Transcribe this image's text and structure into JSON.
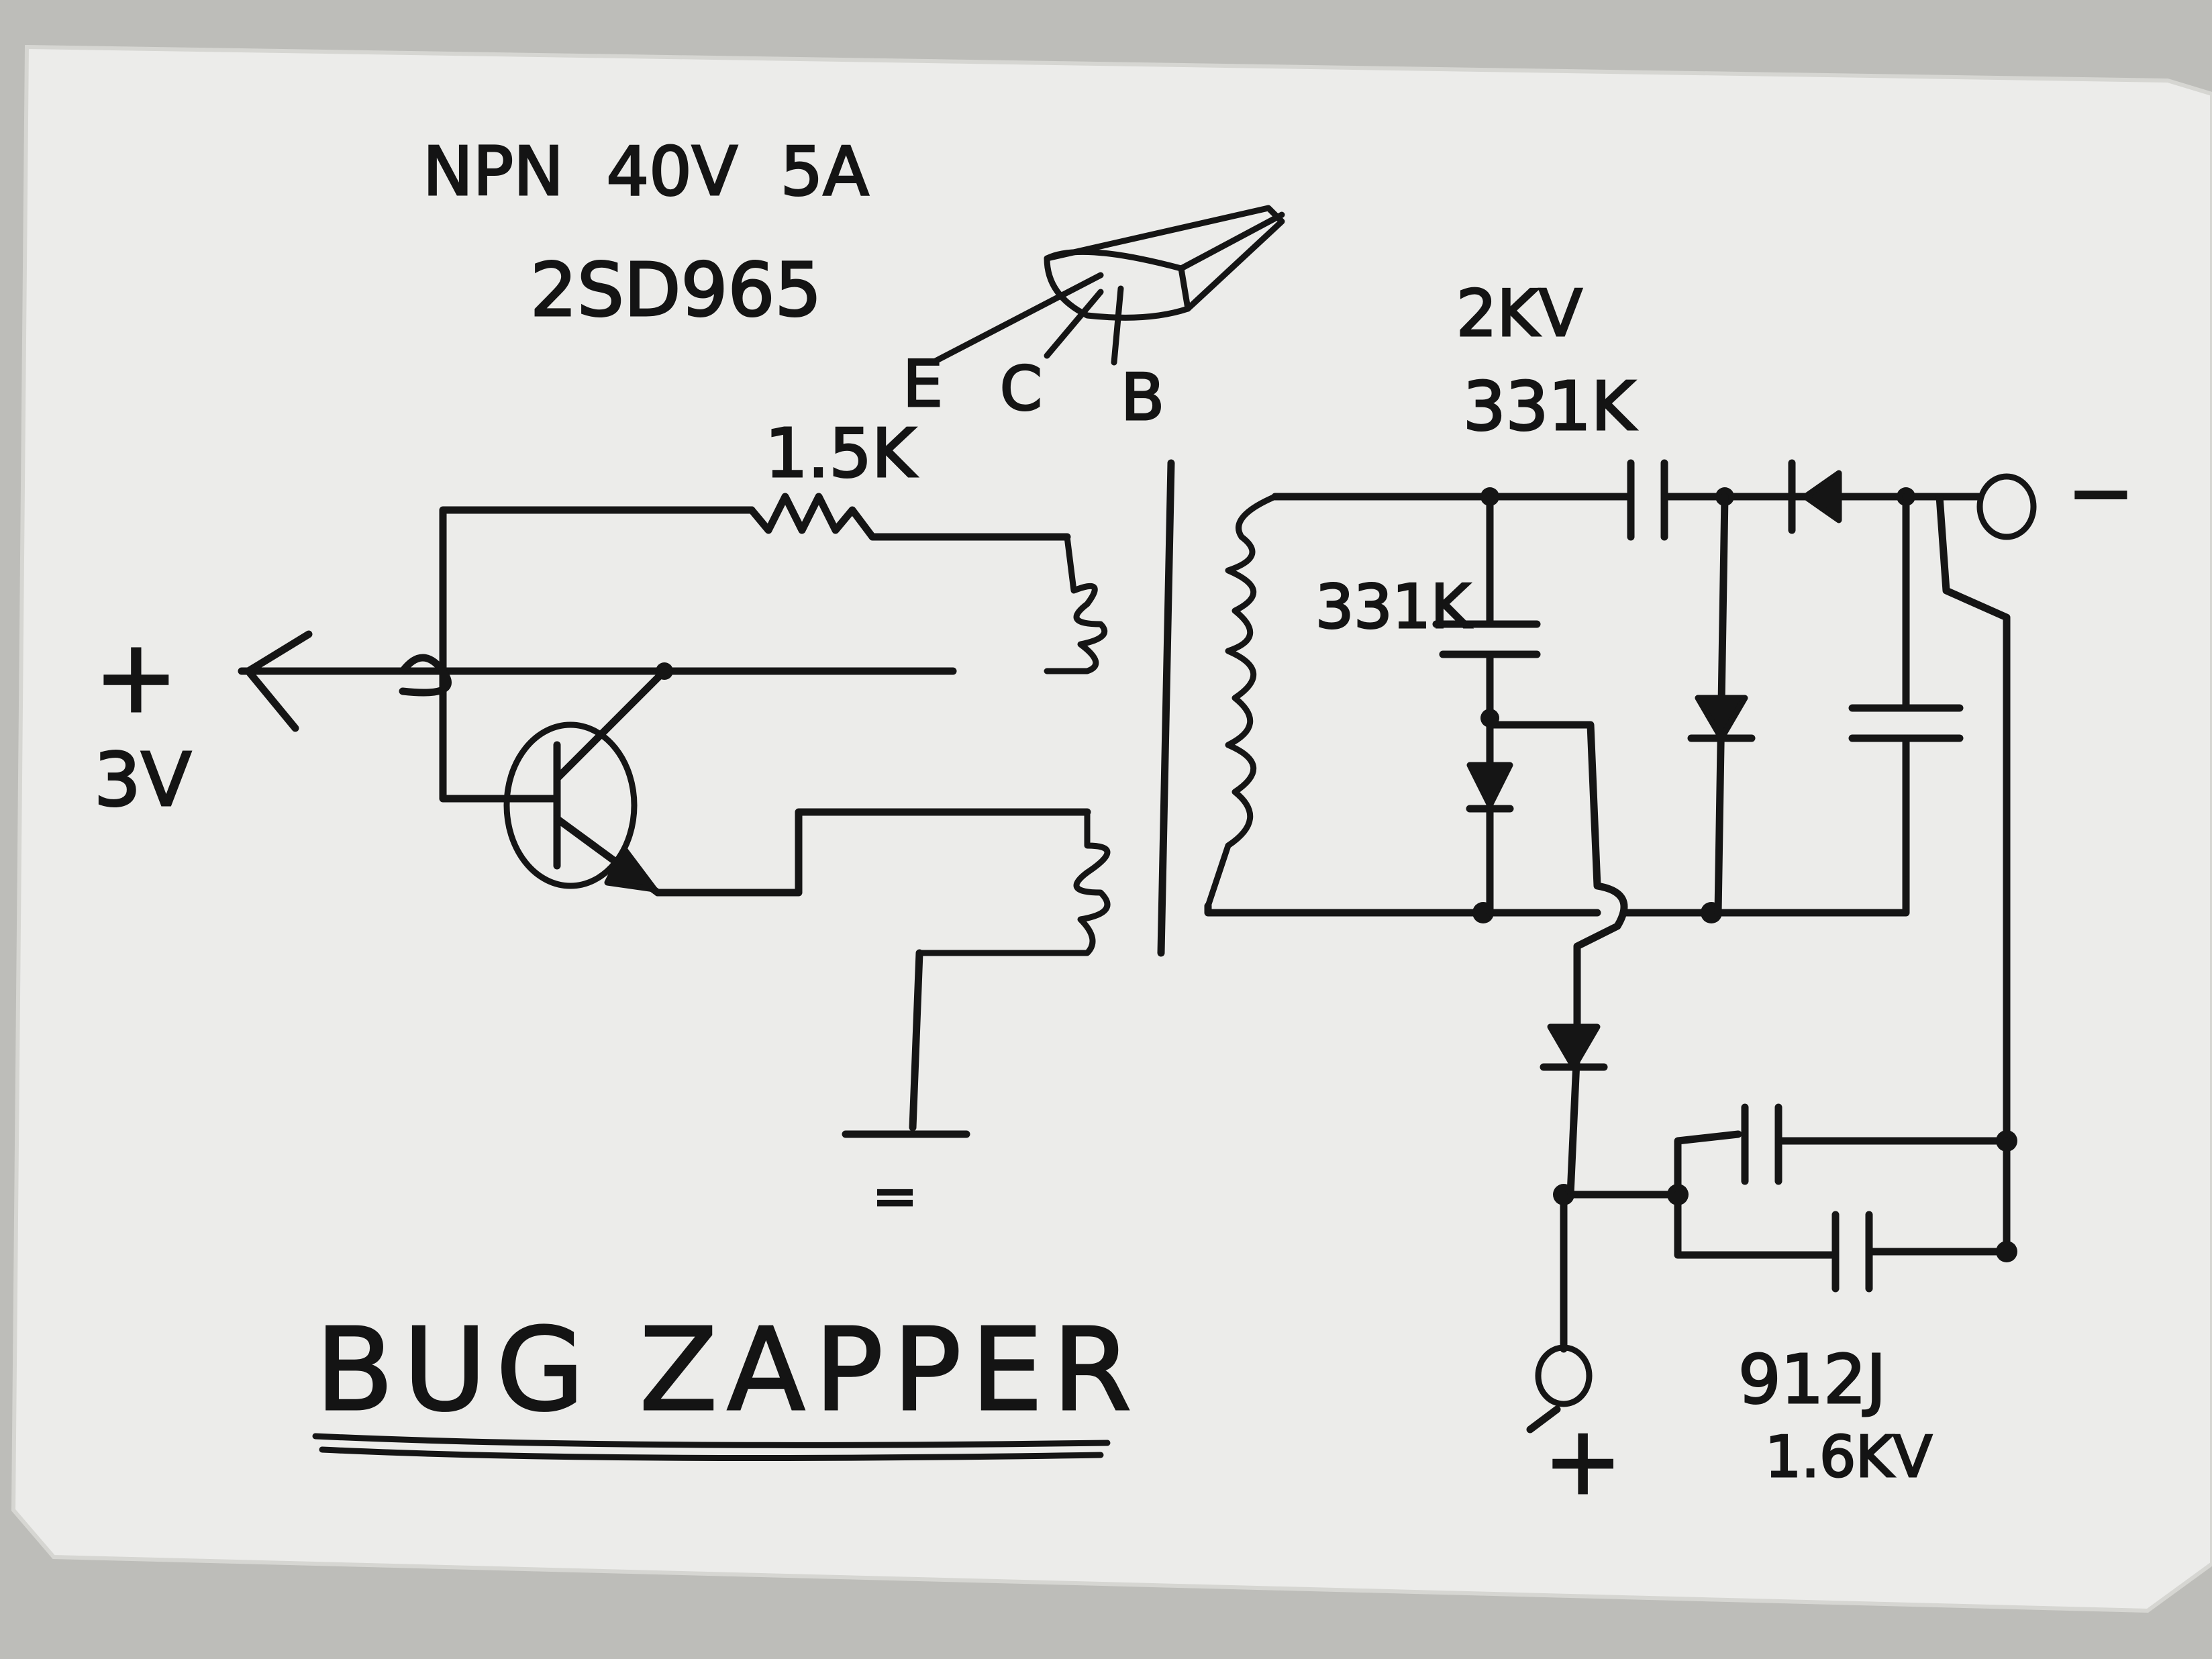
{
  "title": "BUG ZAPPER",
  "transistor": {
    "type_line": "NPN  40V  5A",
    "part_number": "2SD965",
    "pin_labels": [
      "E",
      "C",
      "B"
    ]
  },
  "supply": {
    "polarity": "+",
    "voltage": "3V"
  },
  "resistor_label": "1.5K",
  "cap_labels": {
    "top_rating": "2KV",
    "top_code": "331K",
    "left_code": "331K"
  },
  "output_caps": {
    "code": "912J",
    "rating": "1.6KV"
  },
  "terminals": {
    "top": "−",
    "bottom": "+"
  },
  "ground_symbol": "="
}
